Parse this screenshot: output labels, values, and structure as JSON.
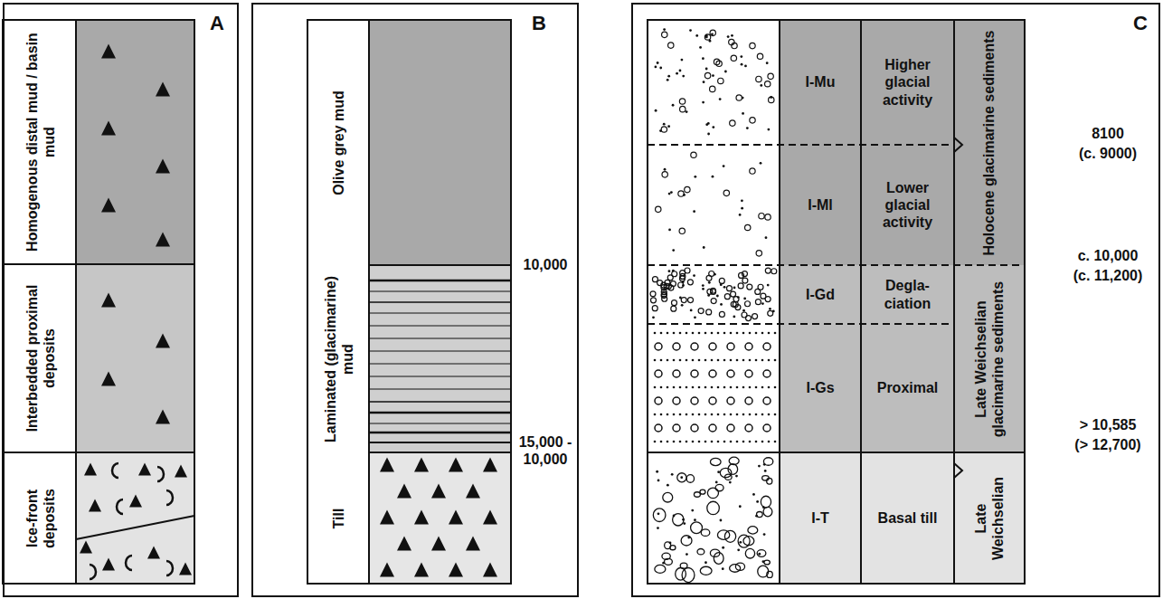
{
  "diagram": {
    "nodes": [
      {
        "text": [
          "A"
        ]
      },
      {
        "text": [
          "Homogenous distal mud / basin mud"
        ],
        "in": 0
      },
      {
        "text": [
          "Interbedded proximal deposits"
        ],
        "in": 0
      },
      {
        "text": [
          "Ice-front deposits"
        ],
        "in": 0
      },
      {
        "text": [
          "B"
        ]
      },
      {
        "text": [
          "Olive grey mud"
        ],
        "in": 4
      },
      {
        "text": [
          "Laminated (glacimarine) mud"
        ],
        "in": 4
      },
      {
        "text": [
          "Till"
        ],
        "in": 4
      },
      {
        "text": [
          "C"
        ]
      },
      {
        "text": [
          "I-Mu"
        ],
        "in": 8
      },
      {
        "text": [
          "Higher glacial activity"
        ],
        "in": 8
      },
      {
        "text": [
          "I-Ml"
        ],
        "in": 8
      },
      {
        "text": [
          "Lower glacial activity"
        ],
        "in": 8
      },
      {
        "text": [
          "I-Gd"
        ],
        "in": 8
      },
      {
        "text": [
          "Degla- ciation"
        ],
        "in": 8
      },
      {
        "text": [
          "I-Gs"
        ],
        "in": 8
      },
      {
        "text": [
          "Proximal"
        ],
        "in": 8
      },
      {
        "text": [
          "I-T"
        ],
        "in": 8
      },
      {
        "text": [
          "Basal till"
        ],
        "in": 8
      },
      {
        "text": [
          "Holocene glacimarine sediments"
        ],
        "in": 8
      },
      {
        "text": [
          "Late Weichselian glacimarine sediments"
        ],
        "in": 8
      },
      {
        "text": [
          "Late Weichselian"
        ],
        "in": 8
      }
    ],
    "labels": [
      "10,000",
      "15,000 - 10,000",
      "8100",
      "(c. 9000)",
      "c. 10,000",
      "(c. 11,200)",
      "> 10,585",
      "(> 12,700)"
    ]
  }
}
